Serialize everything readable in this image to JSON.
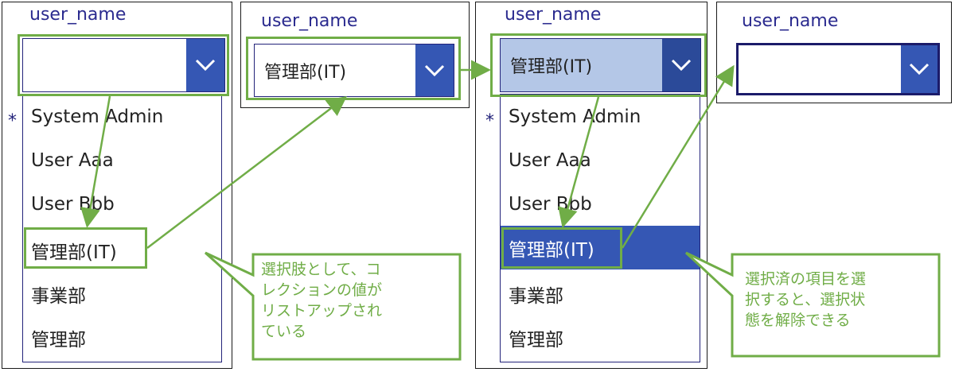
{
  "field_label": "user_name",
  "panels": [
    {
      "selected_value": ""
    },
    {
      "selected_value": "管理部(IT)"
    },
    {
      "selected_value": "管理部(IT)"
    },
    {
      "selected_value": ""
    }
  ],
  "list_items": [
    "System Admin",
    "User Aaa",
    "User Bbb",
    "管理部(IT)",
    "事業部",
    "管理部"
  ],
  "required_marker": "*",
  "callouts": {
    "left": [
      "選択肢として、コ",
      "レクションの値が",
      "リストアップされ",
      "ている"
    ],
    "right": [
      "選択済の項目を選",
      "択すると、選択状",
      "態を解除できる"
    ]
  },
  "colors": {
    "accent": "#3557b4",
    "accent_dark": "#2b4a99",
    "selected_fill": "#b4c7e7",
    "annotation": "#70ad47",
    "label": "#2b2b8f"
  },
  "icons": {
    "dropdown": "chevron-down-icon",
    "arrow": "arrow-icon"
  }
}
